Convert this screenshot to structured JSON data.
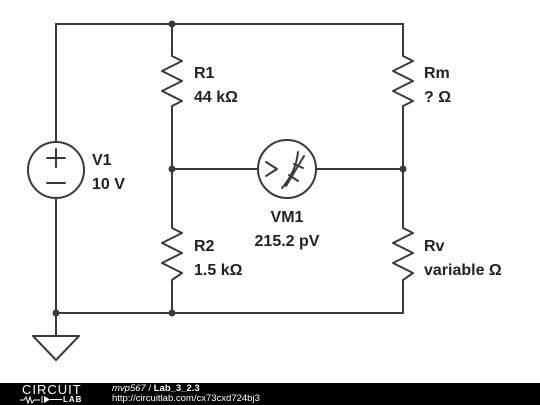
{
  "circuit": {
    "source": {
      "name": "V1",
      "value": "10 V"
    },
    "resistors": [
      {
        "id": "r1",
        "name": "R1",
        "value": "44 kΩ"
      },
      {
        "id": "r2",
        "name": "R2",
        "value": "1.5 kΩ"
      },
      {
        "id": "rm",
        "name": "Rm",
        "value": "? Ω"
      },
      {
        "id": "rv",
        "name": "Rv",
        "value": "variable Ω"
      }
    ],
    "meter": {
      "name": "VM1",
      "value": "215.2 pV"
    }
  },
  "footer": {
    "logo_top": "CIRCUIT",
    "logo_bottom": "LAB",
    "user": "mvp567",
    "separator": "/",
    "project": "Lab_3_2.3",
    "url": "http://circuitlab.com/cx73cxd724bj3"
  }
}
